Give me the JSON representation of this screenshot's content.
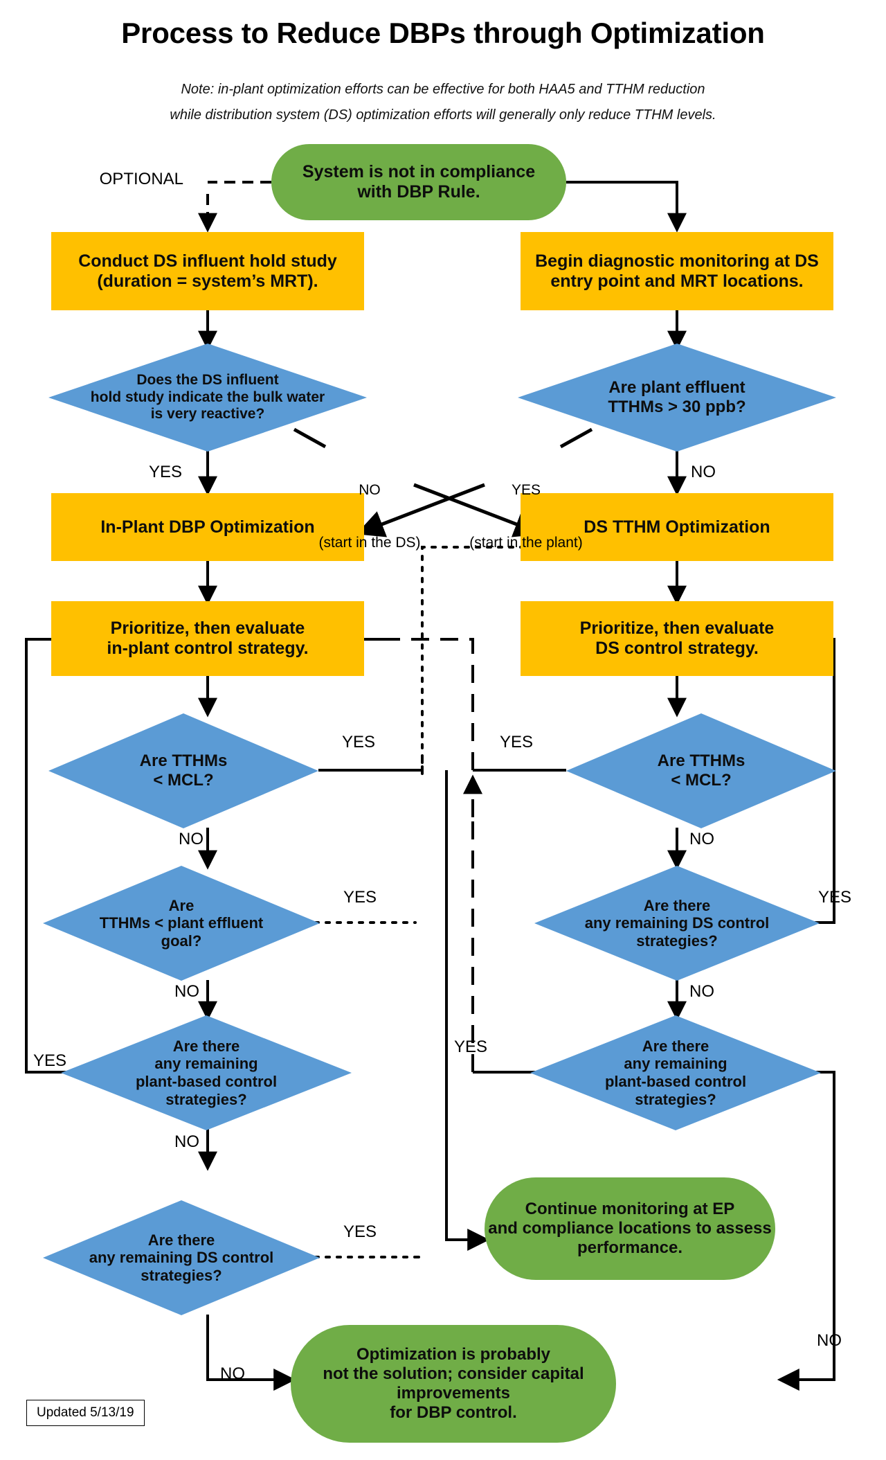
{
  "header": {
    "title": "Process to Reduce DBPs through Optimization",
    "note_line1": "Note: in-plant optimization efforts can be effective for both HAA5 and TTHM reduction",
    "note_line2": "while distribution system (DS) optimization efforts will generally only reduce TTHM levels."
  },
  "footer": {
    "updated": "Updated 5/13/19"
  },
  "colors": {
    "terminator_green": "#70AD47",
    "process_yellow": "#FFC000",
    "decision_blue": "#5B9BD5",
    "line_black": "#000000",
    "background": "#FFFFFF"
  },
  "nodes": {
    "start": "System is not in compliance\nwith DBP Rule.",
    "hold_study": "Conduct DS influent hold study\n(duration = system’s MRT).",
    "diagnostic": "Begin diagnostic monitoring at DS\nentry point and MRT locations.",
    "d_reactive": "Does the DS influent\nhold study indicate the bulk water\nis very reactive?",
    "d_effluent30": "Are plant effluent\nTTHMs > 30 ppb?",
    "inplant_opt": "In-Plant DBP Optimization",
    "ds_opt": "DS TTHM Optimization",
    "prioritize_inplant": "Prioritize, then evaluate\nin-plant control strategy.",
    "prioritize_ds": "Prioritize, then evaluate\nDS control strategy.",
    "d_mcl_left": "Are TTHMs\n< MCL?",
    "d_mcl_right": "Are TTHMs\n< MCL?",
    "d_goal_left": "Are\nTTHMs < plant effluent\ngoal?",
    "d_remaining_ds_right": "Are there\nany remaining DS control\nstrategies?",
    "d_remaining_plant_left": "Are there\nany remaining\nplant-based control\nstrategies?",
    "d_remaining_plant_right": "Are there\nany remaining\nplant-based control\nstrategies?",
    "d_remaining_ds_left": "Are there\nany remaining DS control\nstrategies?",
    "continue_monitoring": "Continue monitoring at EP\nand compliance locations to assess\nperformance.",
    "capital": "Optimization is probably\nnot the solution; consider capital\nimprovements\nfor DBP control."
  },
  "edge_labels": {
    "optional": "OPTIONAL",
    "yes_reactive": "YES",
    "no_start_ds_1": "NO",
    "no_start_ds_2": "(start in the DS)",
    "yes_start_plant_1": "YES",
    "yes_start_plant_2": "(start in the plant)",
    "no_effluent30": "NO",
    "yes_mcl_left": "YES",
    "yes_mcl_right": "YES",
    "no_mcl_left": "NO",
    "no_mcl_right": "NO",
    "yes_goal_left": "YES",
    "no_goal_left": "NO",
    "yes_remaining_ds_right": "YES",
    "no_remaining_ds_right": "NO",
    "yes_remaining_plant_left": "YES",
    "no_remaining_plant_left": "NO",
    "yes_remaining_plant_right": "YES",
    "no_remaining_plant_right": "NO",
    "yes_remaining_ds_left": "YES",
    "no_remaining_ds_left": "NO"
  }
}
